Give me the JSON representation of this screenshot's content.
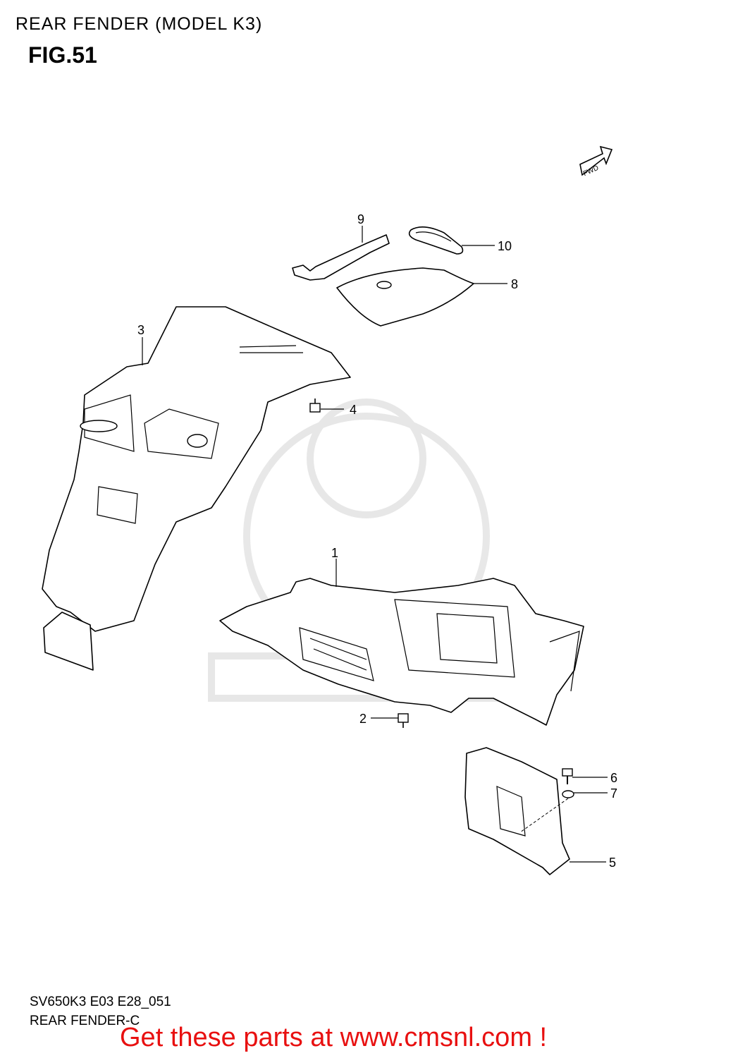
{
  "header": {
    "title": "REAR FENDER (MODEL K3)",
    "figure": "FIG.51"
  },
  "fwd_badge": "FWD",
  "callouts": [
    {
      "number": "1"
    },
    {
      "number": "2"
    },
    {
      "number": "3"
    },
    {
      "number": "4"
    },
    {
      "number": "5"
    },
    {
      "number": "6"
    },
    {
      "number": "7"
    },
    {
      "number": "8"
    },
    {
      "number": "9"
    },
    {
      "number": "10"
    }
  ],
  "footer": {
    "code": "SV650K3 E03 E28_051",
    "name": "REAR FENDER-C",
    "promo": "Get these parts at www.cmsnl.com !"
  },
  "colors": {
    "promo_text": "#e81010",
    "watermark": "#d9d9d9"
  }
}
